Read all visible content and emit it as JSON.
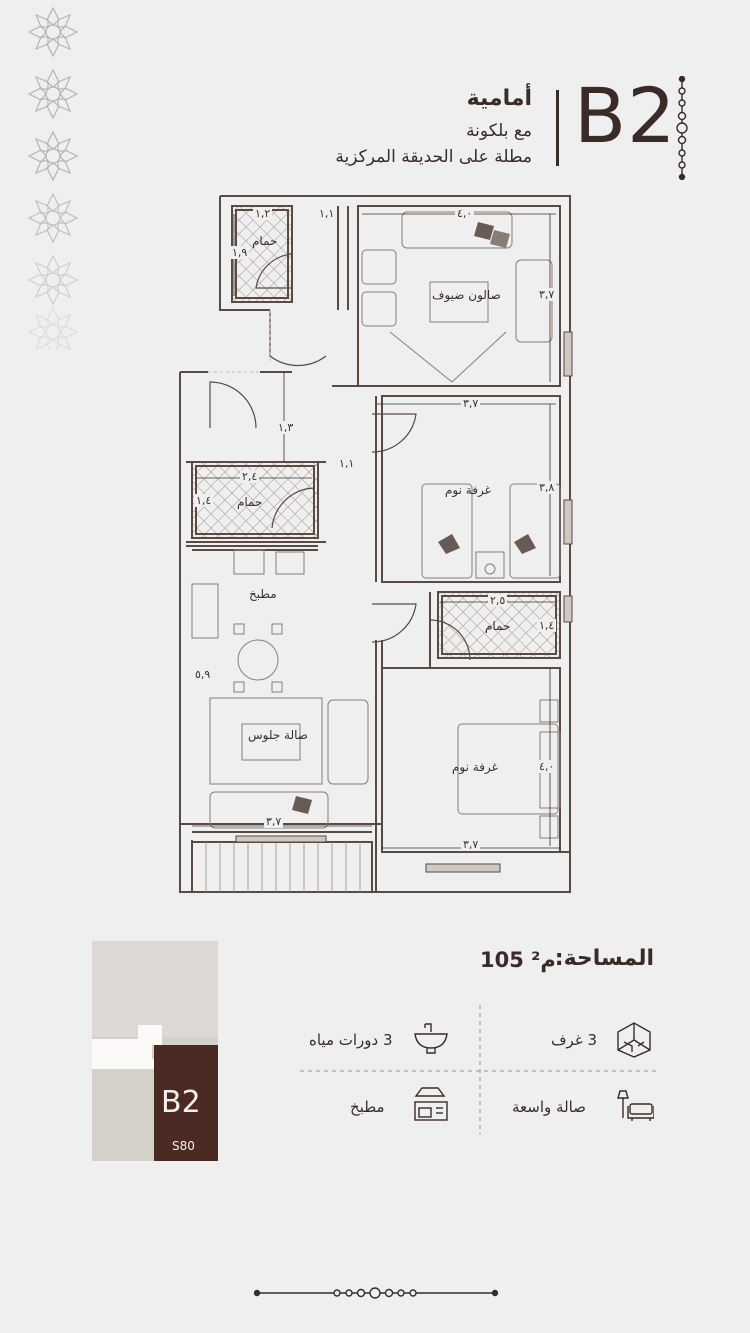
{
  "header": {
    "title": "أمامية",
    "line1": "مع بلكونة",
    "line2": "مطلة على الحديقة المركزية",
    "unit_code": "B2"
  },
  "floorplan": {
    "rooms": {
      "guest_salon": "صالون ضيوف",
      "bath_top": "حمام",
      "bath_mid_left": "حمام",
      "bath_right": "حمام",
      "bedroom_1": "غرفة نوم",
      "bedroom_2": "غرفة نوم",
      "kitchen": "مطبخ",
      "living": "صالة جلوس"
    },
    "dimensions": {
      "bath_top_w": "١,٢",
      "bath_top_h": "١,٩",
      "corridor_top": "١,١",
      "salon_w": "٤,٠",
      "salon_h": "٣,٧",
      "corridor_mid": "١,٣",
      "corridor_low": "١,١",
      "bed1_w": "٣,٧",
      "bed1_h": "٣,٨",
      "bath_mid_w": "٢,٤",
      "bath_mid_h": "١,٤",
      "bath_right_w": "٢,٥",
      "bath_right_h": "١,٤",
      "living_h": "٥,٩",
      "living_w": "٣,٧",
      "bed2_h": "٤,٠",
      "bed2_w": "٣,٧"
    }
  },
  "info": {
    "area_label": "المساحة:",
    "area_value": "105 م²",
    "features": {
      "rooms": "3 غرف",
      "bathrooms": "3 دورات مياه",
      "hall": "صالة واسعة",
      "kitchen": "مطبخ"
    },
    "thumbnail": {
      "code": "B2",
      "sub": "S80"
    }
  },
  "colors": {
    "brand_dark": "#3a2b26",
    "thumb_dark": "#4a2a22",
    "background": "#efefef"
  }
}
